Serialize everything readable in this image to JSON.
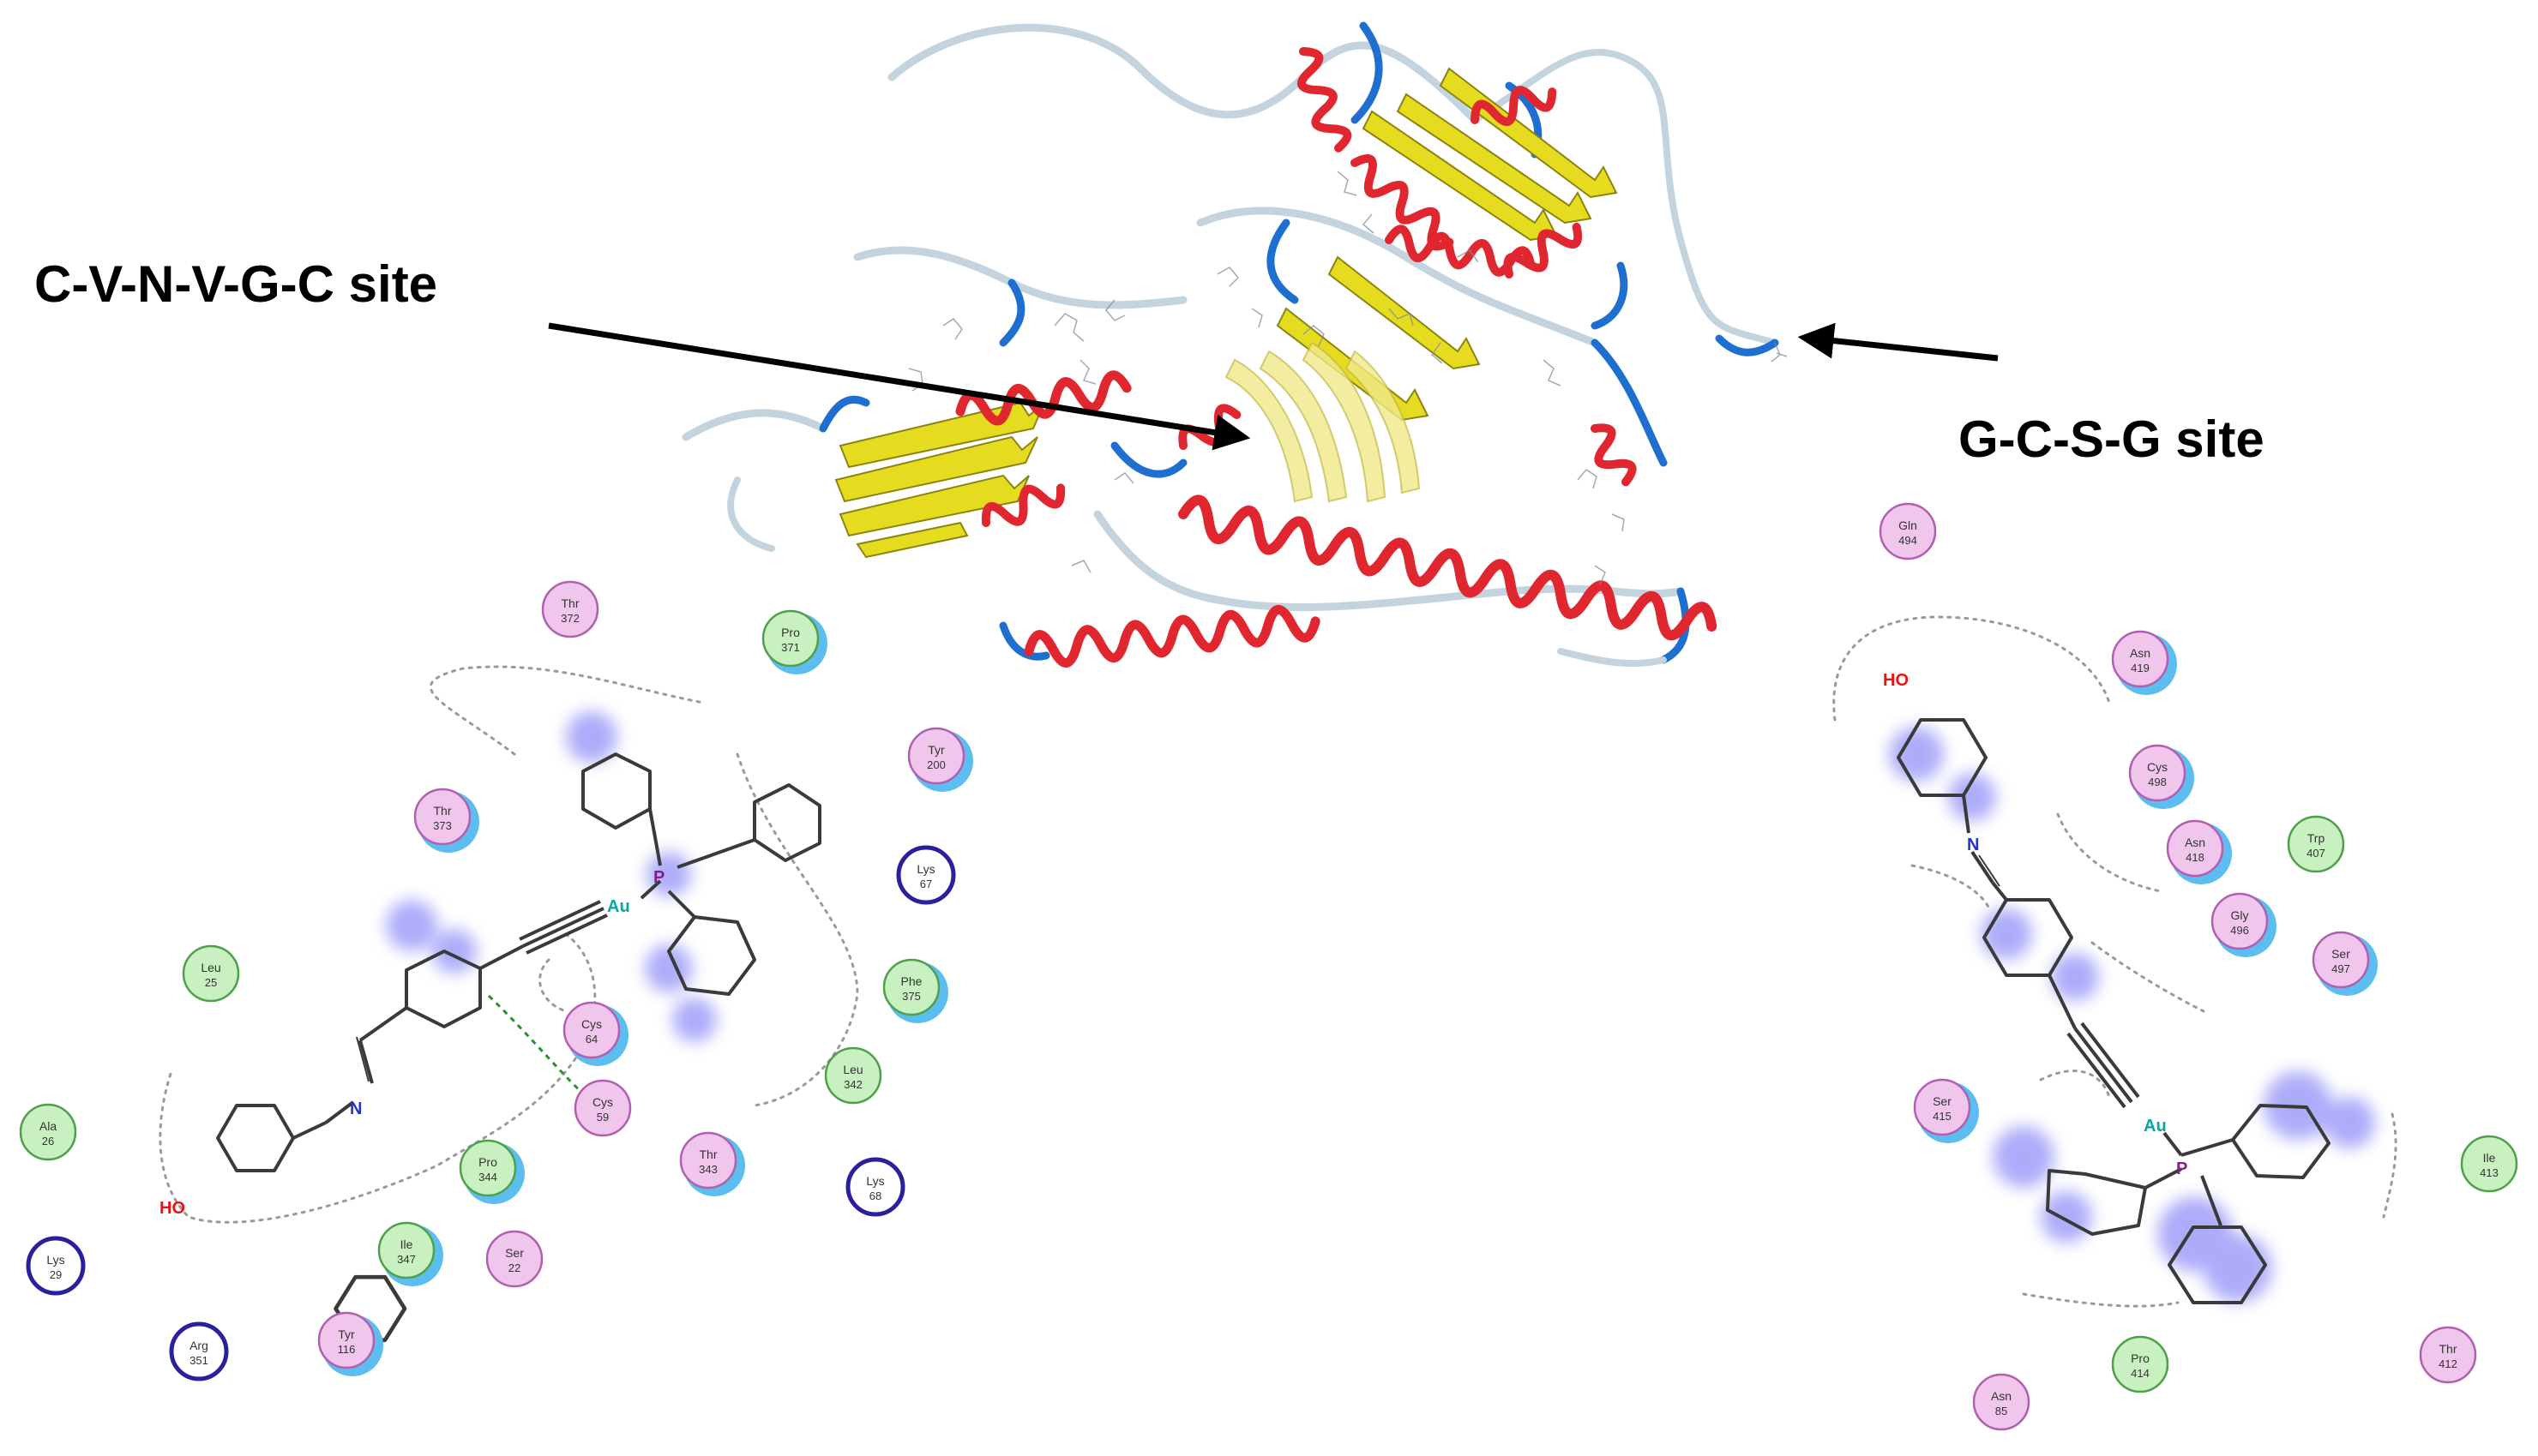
{
  "labels": {
    "site_left": "C-V-N-V-G-C site",
    "site_right": "G-C-S-G site"
  },
  "atoms": {
    "hydroxyl": "HO",
    "nitrogen": "N",
    "gold": "Au",
    "phosphorus": "P"
  },
  "colors": {
    "helix": "#e0262e",
    "sheet": "#e6dc1f",
    "loop_blue": "#1e6fd0",
    "loop_grey": "#c4d4de",
    "polar_fill": "#f1c6ec",
    "polar_stroke": "#b15fb0",
    "hydrophobic_fill": "#c8f0c0",
    "hydrophobic_stroke": "#4fa04a",
    "basic_fill": "#ffffff",
    "basic_stroke": "#2a1f9c",
    "exposure_halo": "#5cbef0",
    "ligand_exposure": "#6a6af5",
    "hbond_arrow": "#2e8f2e",
    "oxygen": "#ee1111",
    "nitrogen": "#2233cc",
    "gold": "#0aa6a6",
    "phosphorus": "#8a1a8a"
  },
  "left_residues": [
    {
      "name": "Thr",
      "num": "372",
      "type": "polar"
    },
    {
      "name": "Pro",
      "num": "371",
      "type": "hydrophobic"
    },
    {
      "name": "Tyr",
      "num": "200",
      "type": "polar"
    },
    {
      "name": "Thr",
      "num": "373",
      "type": "polar"
    },
    {
      "name": "Lys",
      "num": "67",
      "type": "basic"
    },
    {
      "name": "Leu",
      "num": "25",
      "type": "hydrophobic"
    },
    {
      "name": "Phe",
      "num": "375",
      "type": "hydrophobic"
    },
    {
      "name": "Cys",
      "num": "64",
      "type": "polar"
    },
    {
      "name": "Leu",
      "num": "342",
      "type": "hydrophobic"
    },
    {
      "name": "Cys",
      "num": "59",
      "type": "polar"
    },
    {
      "name": "Ala",
      "num": "26",
      "type": "hydrophobic"
    },
    {
      "name": "Pro",
      "num": "344",
      "type": "hydrophobic"
    },
    {
      "name": "Thr",
      "num": "343",
      "type": "polar"
    },
    {
      "name": "Lys",
      "num": "68",
      "type": "basic"
    },
    {
      "name": "Lys",
      "num": "29",
      "type": "basic"
    },
    {
      "name": "Ile",
      "num": "347",
      "type": "hydrophobic"
    },
    {
      "name": "Ser",
      "num": "22",
      "type": "polar"
    },
    {
      "name": "Arg",
      "num": "351",
      "type": "basic"
    },
    {
      "name": "Tyr",
      "num": "116",
      "type": "polar"
    }
  ],
  "right_residues": [
    {
      "name": "Gln",
      "num": "494",
      "type": "polar"
    },
    {
      "name": "Asn",
      "num": "419",
      "type": "polar"
    },
    {
      "name": "Cys",
      "num": "498",
      "type": "polar"
    },
    {
      "name": "Asn",
      "num": "418",
      "type": "polar"
    },
    {
      "name": "Trp",
      "num": "407",
      "type": "hydrophobic"
    },
    {
      "name": "Gly",
      "num": "496",
      "type": "polar"
    },
    {
      "name": "Ser",
      "num": "497",
      "type": "polar"
    },
    {
      "name": "Ser",
      "num": "415",
      "type": "polar"
    },
    {
      "name": "Ile",
      "num": "413",
      "type": "hydrophobic"
    },
    {
      "name": "Pro",
      "num": "414",
      "type": "hydrophobic"
    },
    {
      "name": "Thr",
      "num": "412",
      "type": "polar"
    },
    {
      "name": "Asn",
      "num": "85",
      "type": "polar"
    }
  ]
}
